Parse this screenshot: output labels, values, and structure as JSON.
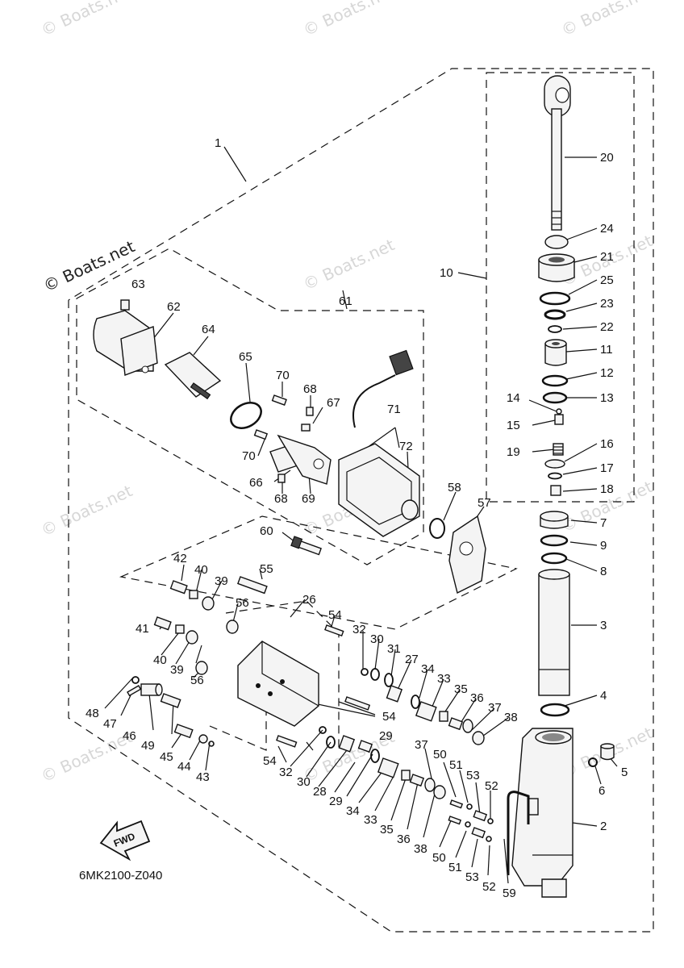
{
  "watermark": "© Boats.net",
  "diagram_code": "6MK2100-Z040",
  "fwd_label": "FWD",
  "callouts": {
    "p1": "1",
    "p2": "2",
    "p3": "3",
    "p4": "4",
    "p5": "5",
    "p6": "6",
    "p7": "7",
    "p8": "8",
    "p9": "9",
    "p10": "10",
    "p11": "11",
    "p12": "12",
    "p13": "13",
    "p14": "14",
    "p15": "15",
    "p16": "16",
    "p17": "17",
    "p18": "18",
    "p19": "19",
    "p20": "20",
    "p21": "21",
    "p22": "22",
    "p23": "23",
    "p24": "24",
    "p25": "25",
    "p26": "26",
    "p27": "27",
    "p28": "28",
    "p29": "29",
    "p30": "30",
    "p31": "31",
    "p32": "32",
    "p33": "33",
    "p34": "34",
    "p35": "35",
    "p36": "36",
    "p37": "37",
    "p38": "38",
    "p39": "39",
    "p40": "40",
    "p41": "41",
    "p42": "42",
    "p43": "43",
    "p44": "44",
    "p45": "45",
    "p46": "46",
    "p47": "47",
    "p48": "48",
    "p49": "49",
    "p50": "50",
    "p51": "51",
    "p52": "52",
    "p53": "53",
    "p54": "54",
    "p55": "55",
    "p56": "56",
    "p57": "57",
    "p58": "58",
    "p59": "59",
    "p60": "60",
    "p61": "61",
    "p62": "62",
    "p63": "63",
    "p64": "64",
    "p65": "65",
    "p66": "66",
    "p67": "67",
    "p68": "68",
    "p69": "69",
    "p70": "70",
    "p71": "71",
    "p72": "72"
  }
}
